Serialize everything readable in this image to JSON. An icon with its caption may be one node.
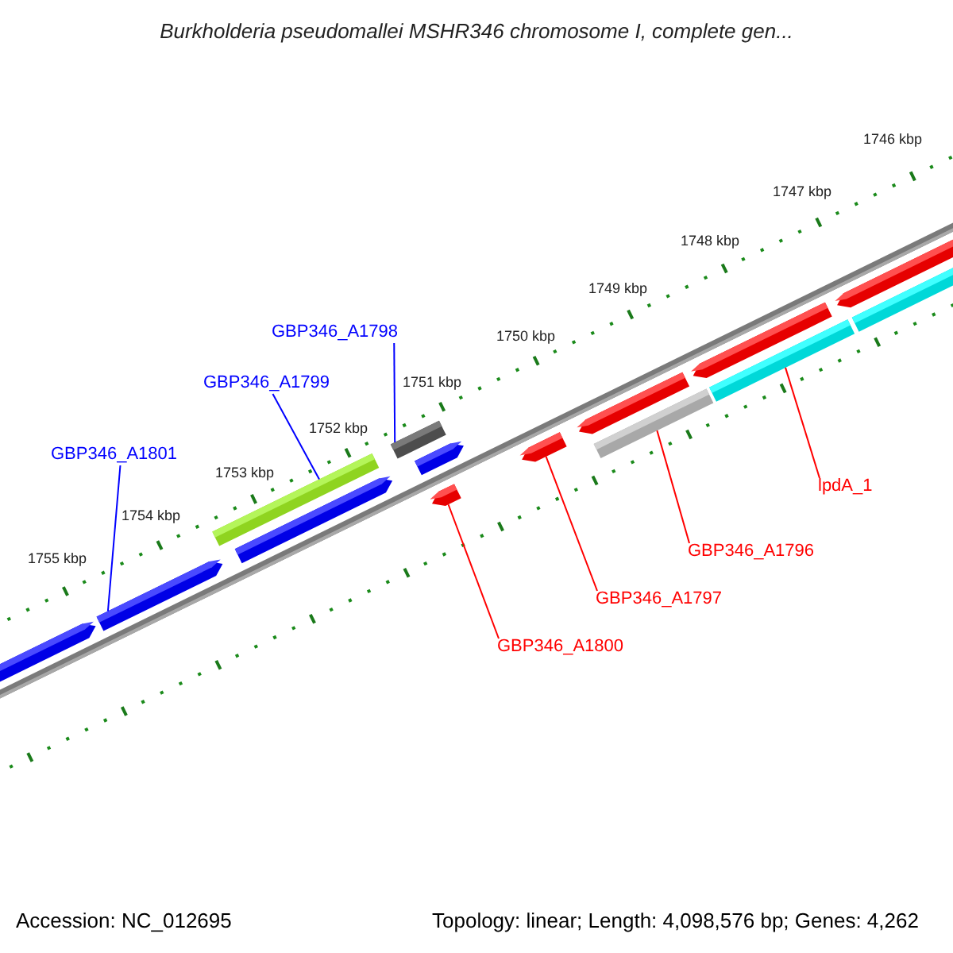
{
  "diagram": {
    "title": "Burkholderia pseudomallei MSHR346 chromosome I, complete gen...",
    "nodes": [
      {
        "text": [
          "GBP346_A1798"
        ]
      },
      {
        "text": [
          "GBP346_A1799"
        ]
      },
      {
        "text": [
          "GBP346_A1801"
        ]
      },
      {
        "text": [
          "lpdA_1"
        ]
      },
      {
        "text": [
          "GBP346_A1796"
        ]
      },
      {
        "text": [
          "GBP346_A1797"
        ]
      },
      {
        "text": [
          "GBP346_A1800"
        ]
      },
      {
        "text": [],
        "shape": "arrow"
      },
      {
        "text": [],
        "shape": "arrow"
      },
      {
        "text": [],
        "shape": "bar"
      },
      {
        "text": [],
        "shape": "arrow"
      },
      {
        "text": [],
        "shape": "bar"
      },
      {
        "text": [],
        "shape": "arrow"
      },
      {
        "text": [],
        "shape": "arrow"
      },
      {
        "text": [],
        "shape": "arrow"
      },
      {
        "text": [],
        "shape": "arrow"
      },
      {
        "text": [],
        "shape": "bar"
      },
      {
        "text": [],
        "shape": "arrow"
      },
      {
        "text": [],
        "shape": "bar"
      },
      {
        "text": [],
        "shape": "arrow"
      },
      {
        "text": [],
        "shape": "bar"
      }
    ],
    "edges": [
      {
        "from": 0,
        "to": 11,
        "arrow": "none",
        "color": "#0000ff"
      },
      {
        "from": 1,
        "to": 9,
        "arrow": "none",
        "color": "#0000ff"
      },
      {
        "from": 2,
        "to": 8,
        "arrow": "none",
        "color": "#0000ff"
      },
      {
        "from": 3,
        "to": 18,
        "arrow": "none"
      },
      {
        "from": 4,
        "to": 16,
        "arrow": "none"
      },
      {
        "from": 5,
        "to": 14,
        "arrow": "none"
      },
      {
        "from": 6,
        "to": 12,
        "arrow": "none"
      }
    ],
    "labels": [
      "1746 kbp",
      "1747 kbp",
      "1748 kbp",
      "1749 kbp",
      "1750 kbp",
      "1751 kbp",
      "1752 kbp",
      "1753 kbp",
      "1754 kbp",
      "1755 kbp",
      "Accession: NC_012695",
      "Topology: linear; Length: 4,098,576 bp; Genes: 4,262"
    ]
  }
}
